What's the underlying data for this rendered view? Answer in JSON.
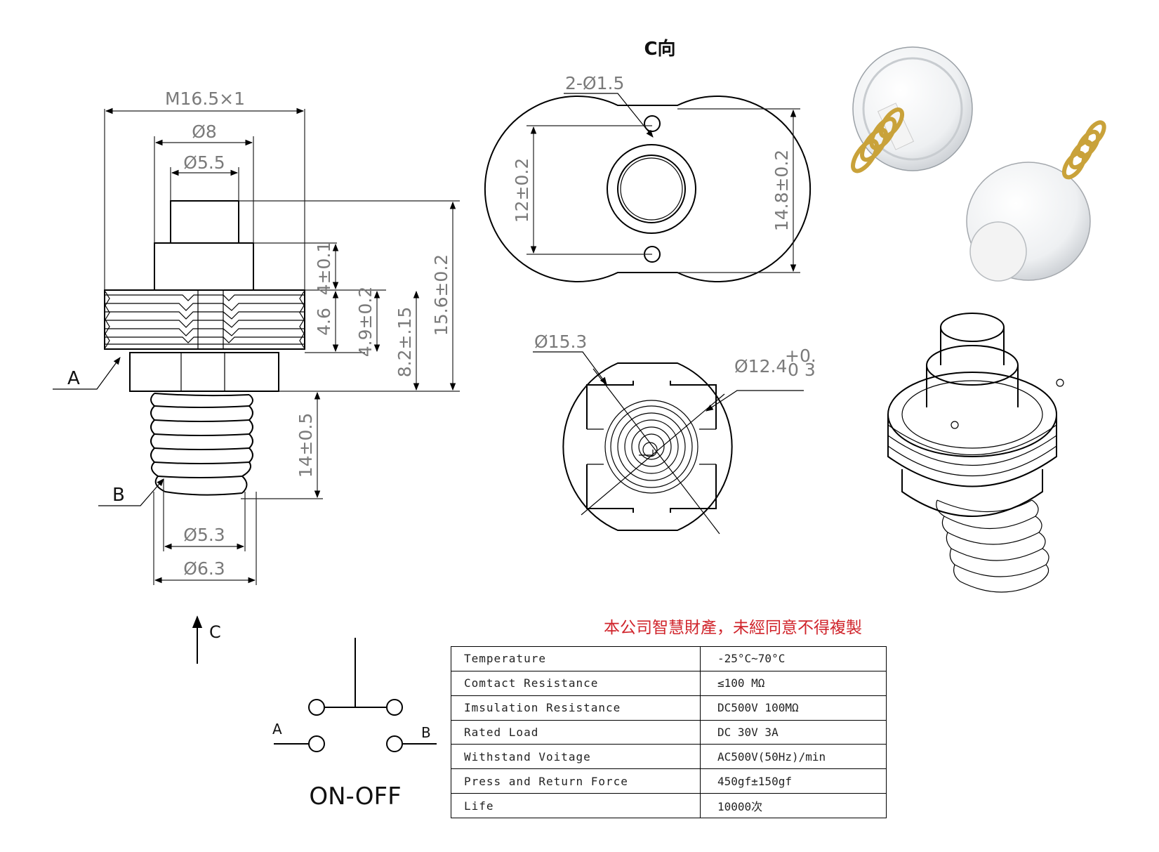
{
  "drawing": {
    "c_view_title": "C向",
    "dimensions": {
      "thread": "M16.5×1",
      "d8": "Ø8",
      "d5_5": "Ø5.5",
      "h4": "4±0.1",
      "h4_6": "4.6",
      "h4_9": "4.9±0.2",
      "h8_2": "8.2±.15",
      "h15_6": "15.6±0.2",
      "h14": "14±0.5",
      "d5_3": "Ø5.3",
      "d6_3": "Ø6.3",
      "holes": "2-Ø1.5",
      "h12": "12±0.2",
      "h14_8": "14.8±0.2",
      "d15_3": "Ø15.3",
      "d12_4": "Ø12.4",
      "d12_4_tol_upper": "+0.",
      "d12_4_tol_lower": "0 3"
    },
    "labels": {
      "a": "A",
      "b": "B",
      "c": "C"
    }
  },
  "circuit": {
    "label_a": "A",
    "label_b": "B",
    "caption": "ON-OFF"
  },
  "notice": "本公司智慧財產，未經同意不得複製",
  "specs": [
    {
      "name": "Temperature",
      "value": "-25°C~70°C"
    },
    {
      "name": "Comtact Resistance",
      "value": "≤100 MΩ"
    },
    {
      "name": "Imsulation Resistance",
      "value": "DC500V 100MΩ"
    },
    {
      "name": "Rated Load",
      "value": "DC 30V 3A"
    },
    {
      "name": "Withstand Voitage",
      "value": "AC500V(50Hz)/min"
    },
    {
      "name": "Press and Return Force",
      "value": "450gf±150gf"
    },
    {
      "name": "Life",
      "value": "10000次"
    }
  ],
  "colors": {
    "notice": "#d0242b",
    "line": "#000000",
    "dimension_text": "#7a7a7a",
    "gold_spring": "#c9a23a"
  }
}
